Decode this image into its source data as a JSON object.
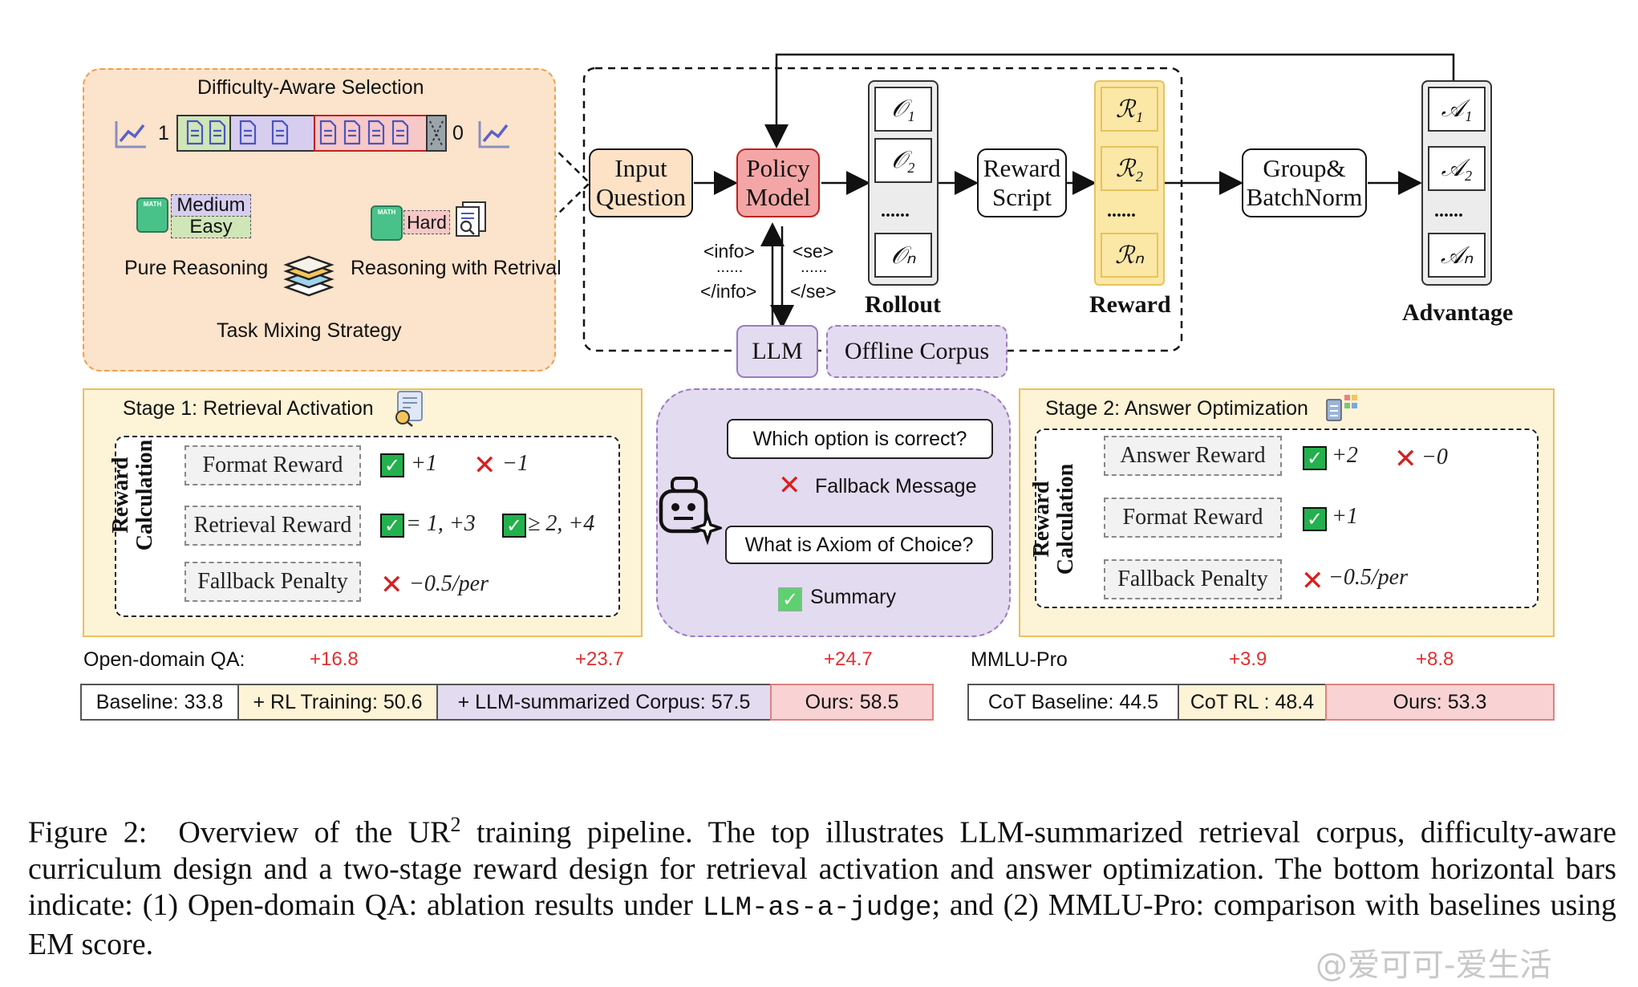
{
  "colors": {
    "orange_panel": "#fce3cc",
    "orange_border": "#f0a04b",
    "yellow_panel": "#fdf3d6",
    "yellow_border": "#e8c25a",
    "purple_panel": "#e3dbef",
    "purple_border": "#9b7bc0",
    "policy_red": "#f4a6a6",
    "input_orange": "#fde2c6",
    "reward_yellow": "#fbe7a6",
    "check_green": "#22b14c",
    "cross_red": "#d62020",
    "delta_red": "#e03030"
  },
  "difficulty": {
    "title": "Difficulty-Aware Selection",
    "scale_left": "1",
    "scale_right": "0",
    "medium": "Medium",
    "easy": "Easy",
    "hard": "Hard",
    "pure_reasoning": "Pure Reasoning",
    "reasoning_retrieval": "Reasoning with Retrival",
    "mixing": "Task Mixing Strategy",
    "math_tag": "MATH"
  },
  "pipeline": {
    "input": [
      "Input",
      "Question"
    ],
    "policy": [
      "Policy",
      "Model"
    ],
    "reward_script": [
      "Reward",
      "Script"
    ],
    "groupnorm": [
      "Group&",
      "BatchNorm"
    ],
    "info_open": "<info>",
    "info_dots": "......",
    "info_close": "</info>",
    "se_open": "<se>",
    "se_dots": "......",
    "se_close": "</se>",
    "llm": "LLM",
    "offline_corpus": "Offline Corpus",
    "rollout_label": "Rollout",
    "reward_label": "Reward",
    "advantage_label": "Advantage",
    "dots": "......",
    "rollout_cells": [
      "𝒪₁",
      "𝒪₂",
      "𝒪ₙ"
    ],
    "reward_cells": [
      "ℛ₁",
      "ℛ₂",
      "ℛₙ"
    ],
    "advantage_cells": [
      "𝒜₁",
      "𝒜₂",
      "𝒜ₙ"
    ]
  },
  "stage1": {
    "title": "Stage 1: Retrieval Activation",
    "side_label_1": "Reward",
    "side_label_2": "Calculation",
    "format_reward": "Format Reward",
    "format_pos": "+1",
    "format_neg": "−1",
    "retrieval_reward": "Retrieval Reward",
    "retrieval_a": "= 1, +3",
    "retrieval_b": "≥ 2, +4",
    "fallback_penalty": "Fallback Penalty",
    "fallback_value": "−0.5/per"
  },
  "middle": {
    "question": "Which option is correct?",
    "fallback": "Fallback Message",
    "axiom": "What is Axiom of Choice?",
    "summary": "Summary"
  },
  "stage2": {
    "title": "Stage 2: Answer Optimization",
    "side_label_1": "Reward",
    "side_label_2": "Calculation",
    "answer_reward": "Answer Reward",
    "answer_pos": "+2",
    "answer_neg": "−0",
    "format_reward": "Format Reward",
    "format_pos": "+1",
    "fallback_penalty": "Fallback Penalty",
    "fallback_value": "−0.5/per"
  },
  "open_qa": {
    "label": "Open-domain QA:",
    "deltas": [
      "+16.8",
      "+23.7",
      "+24.7"
    ],
    "bars": [
      {
        "label": "Baseline: 33.8",
        "value": 33.8
      },
      {
        "label": "+ RL Training: 50.6",
        "value": 50.6
      },
      {
        "label": "+ LLM-summarized Corpus: 57.5",
        "value": 57.5
      },
      {
        "label": "Ours: 58.5",
        "value": 58.5
      }
    ]
  },
  "mmlu": {
    "label": "MMLU-Pro",
    "deltas": [
      "+3.9",
      "+8.8"
    ],
    "bars": [
      {
        "label": "CoT Baseline: 44.5",
        "value": 44.5
      },
      {
        "label": "CoT RL : 48.4",
        "value": 48.4
      },
      {
        "label": "Ours: 53.3",
        "value": 53.3
      }
    ]
  },
  "caption": {
    "prefix": "Figure 2:",
    "text_a": "Overview of the UR",
    "sup": "2",
    "text_b": " training pipeline. The top illustrates LLM-summarized retrieval corpus, difficulty-aware curriculum design and a two-stage reward design for retrieval activation and answer optimization. The bottom horizontal bars indicate: (1) Open-domain QA: ablation results under ",
    "code": "LLM-as-a-judge",
    "text_c": "; and (2) MMLU-Pro: comparison with baselines using EM score."
  },
  "watermark": "@爱可可-爱生活"
}
